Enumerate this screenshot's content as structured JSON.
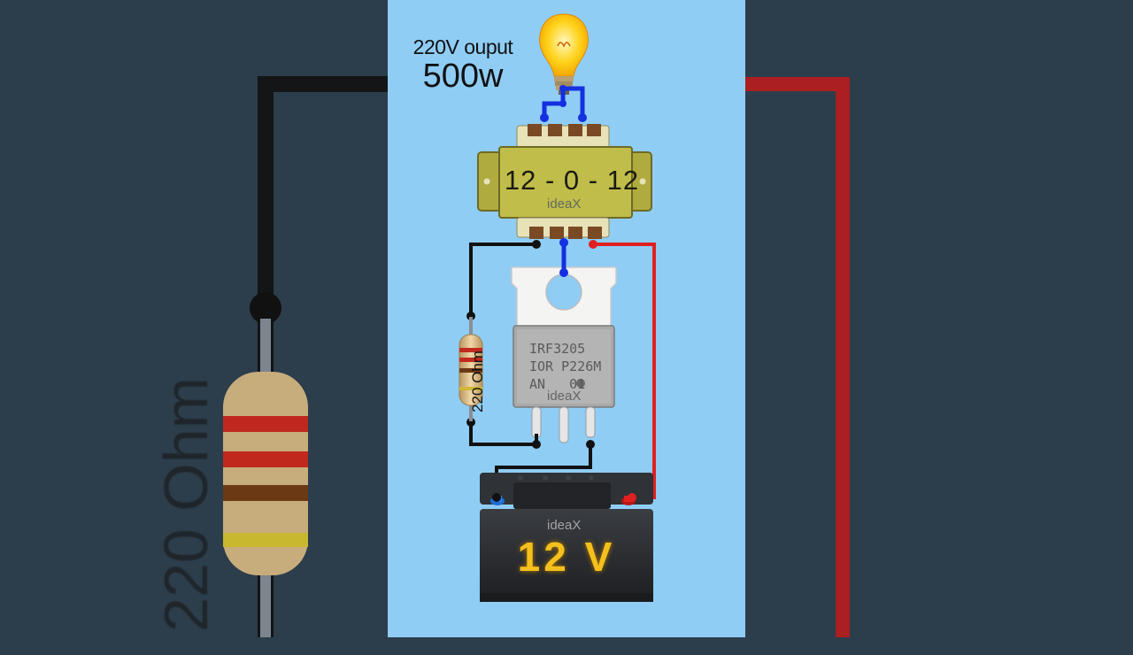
{
  "output": {
    "line1": "220V ouput",
    "line2": "500w"
  },
  "transformer": {
    "label": "12 - 0 - 12",
    "watermark": "ideaX"
  },
  "mosfet": {
    "line1": "IRF3205",
    "line2": "IOR P226M",
    "line3": "AN   01",
    "watermark": "ideaX"
  },
  "resistor": {
    "label": "220 Ohm"
  },
  "battery": {
    "label": "12 V",
    "watermark": "ideaX"
  },
  "backdrop": {
    "side_label": "220 Ohm"
  },
  "colors": {
    "panel_bg": "#8fcdf5",
    "backdrop_bg": "#2c3d4b",
    "wire_black": "#111111",
    "wire_red": "#e02020",
    "wire_blue": "#1430e0",
    "transformer_core": "#b5b140",
    "battery_body": "#2a2c2f",
    "battery_label": "#f4c01c"
  },
  "icons": [
    "light-bulb-icon",
    "transformer-icon",
    "mosfet-icon",
    "resistor-icon",
    "battery-icon"
  ]
}
